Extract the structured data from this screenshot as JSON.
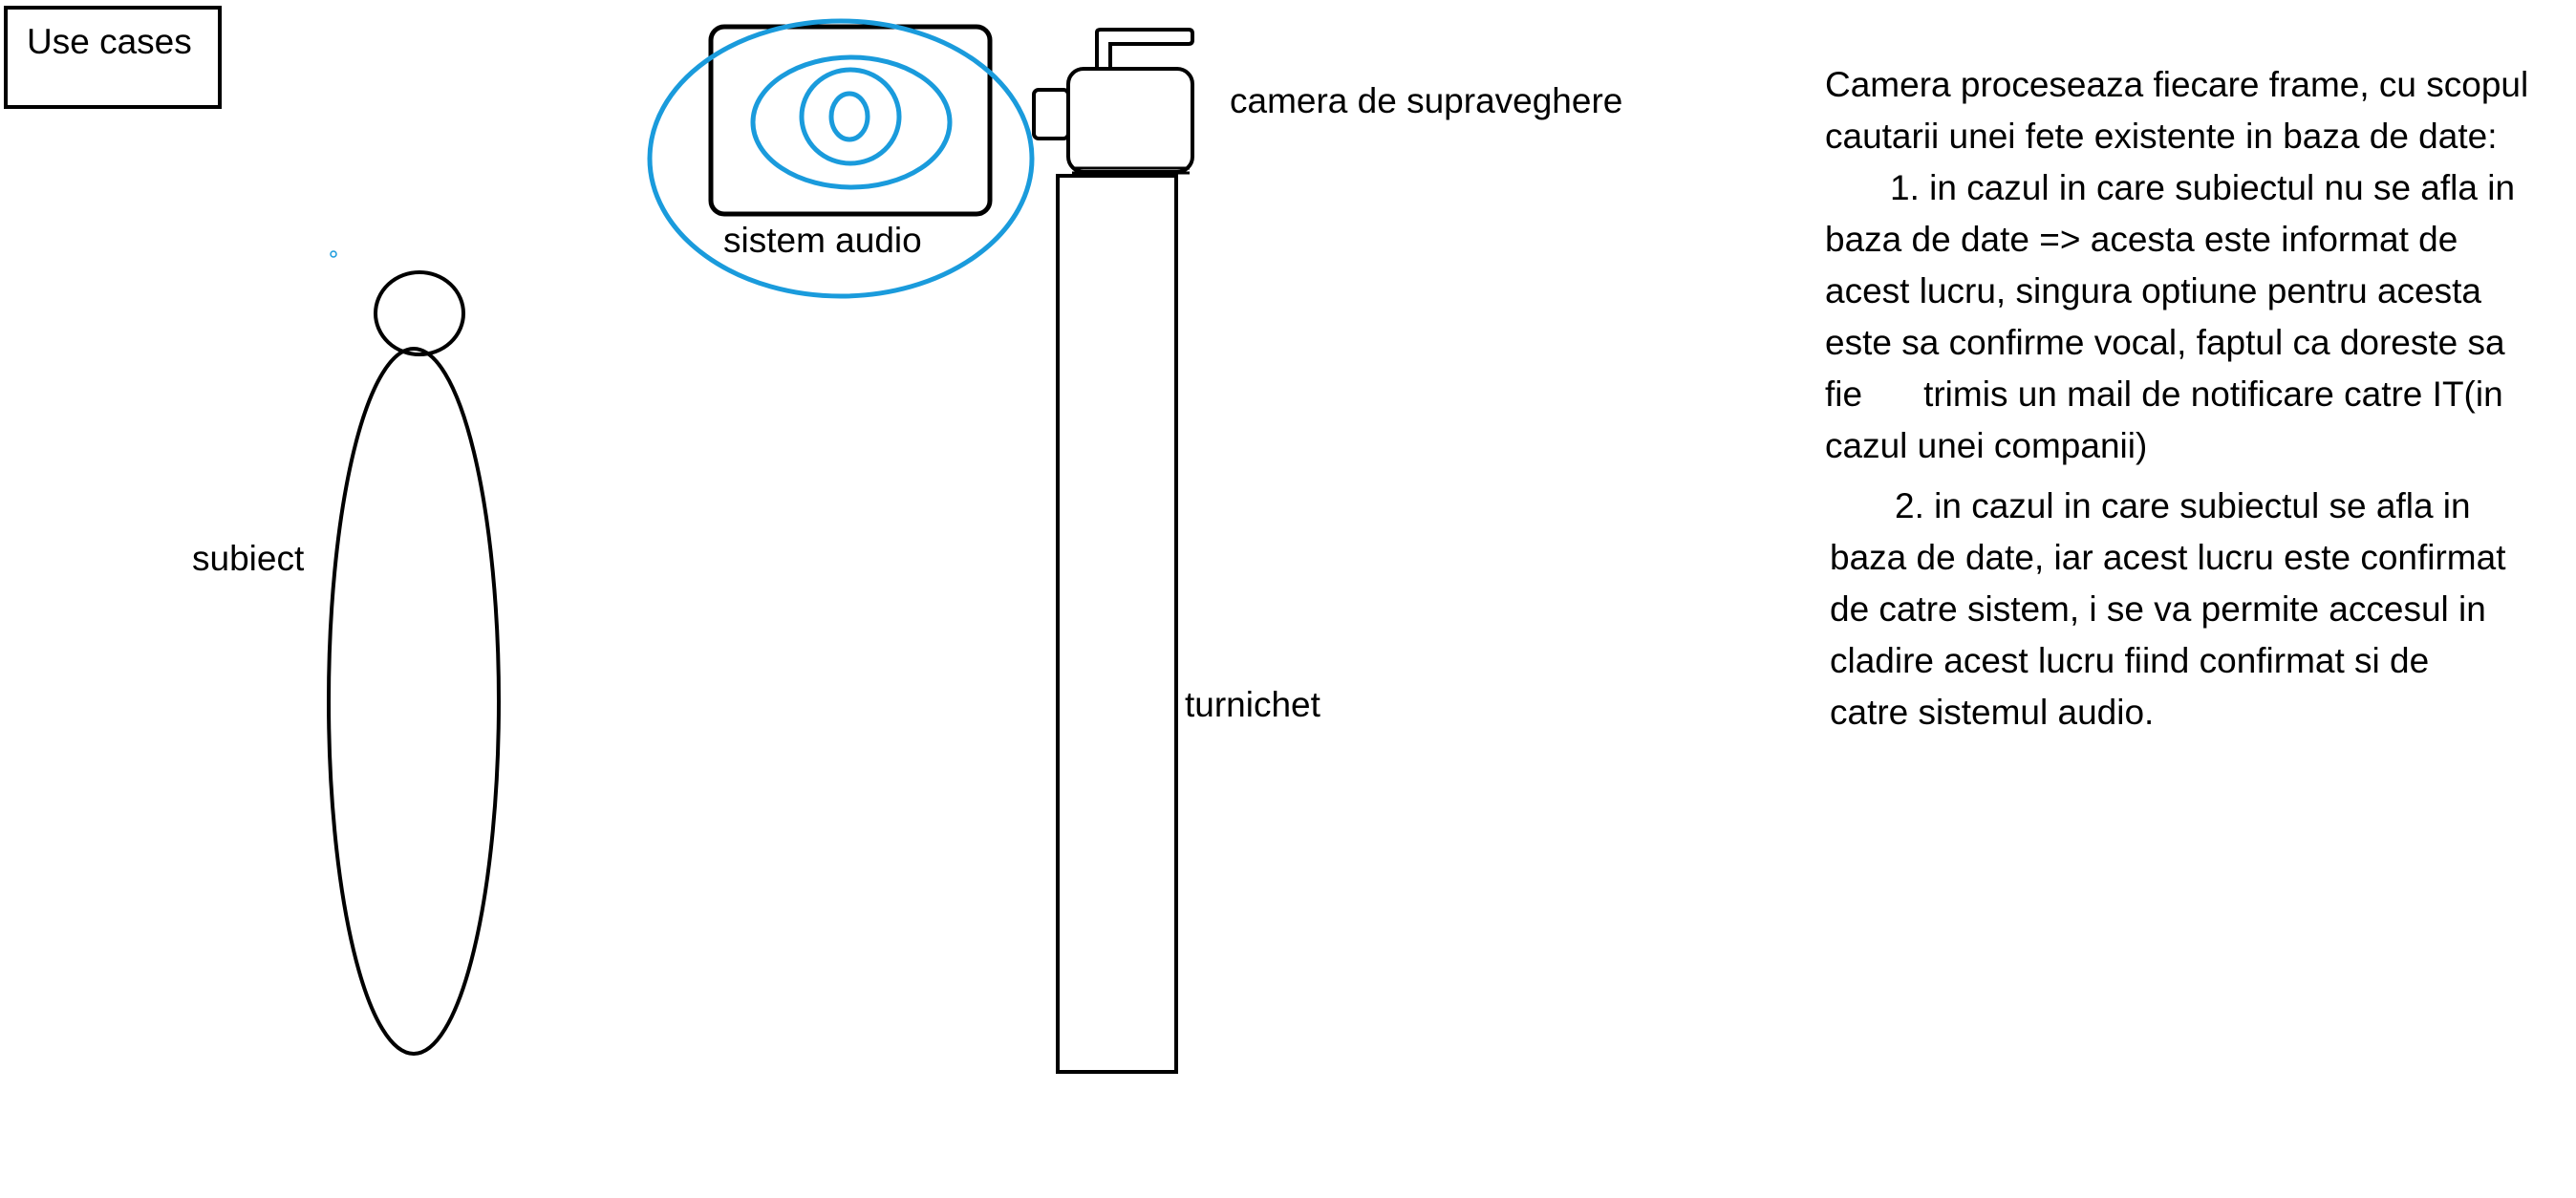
{
  "title": "Use cases",
  "labels": {
    "audio": "sistem audio",
    "camera": "camera de supraveghere",
    "subject": "subiect",
    "turnstile": "turnichet"
  },
  "description": {
    "intro_line1": "Camera proceseaza fiecare frame, cu scopul",
    "intro_line2": "cautarii unei fete existente in baza de date:",
    "case1": {
      "line1": "1. in cazul in care subiectul nu se afla in",
      "line2": "baza de date => acesta este informat de",
      "line3": "acest lucru, singura optiune pentru acesta",
      "line4": "este sa confirme vocal, faptul ca doreste sa",
      "line5a": "fie",
      "line5b": "trimis un mail de notificare catre IT(in",
      "line6": "cazul unei companii)"
    },
    "case2": {
      "line1": "2. in cazul in care subiectul se afla in",
      "line2": "baza de date, iar acest lucru este confirmat",
      "line3": "de catre sistem, i se va permite accesul in",
      "line4": "cladire acest lucru fiind confirmat si de",
      "line5": "catre sistemul audio."
    }
  },
  "colors": {
    "stroke": "#000000",
    "audio_waves": "#1a9bdc",
    "background": "#ffffff"
  }
}
